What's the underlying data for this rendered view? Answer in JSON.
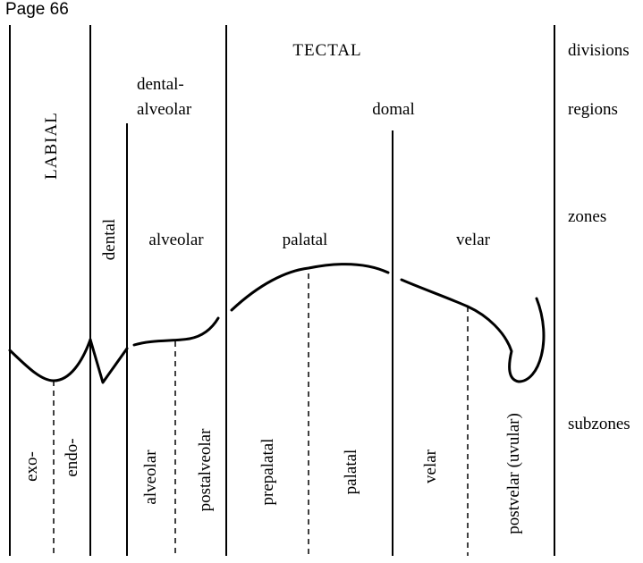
{
  "page_label": "Page 66",
  "diagram": {
    "headings": {
      "labial": "LABIAL",
      "tectal": "TECTAL",
      "dental_alveolar_line1": "dental-",
      "dental_alveolar_line2": "alveolar",
      "domal": "domal"
    },
    "side_labels": {
      "divisions": "divisions",
      "regions": "regions",
      "zones": "zones",
      "subzones": "subzones"
    },
    "zones": {
      "dental": "dental",
      "alveolar": "alveolar",
      "palatal": "palatal",
      "velar": "velar"
    },
    "subzones": {
      "exo": "exo-",
      "endo": "endo-",
      "alveolar": "alveolar",
      "postalveolar": "postalveolar",
      "prepalatal": "prepalatal",
      "palatal": "palatal",
      "velar": "velar",
      "postvelar": "postvelar (uvular)"
    }
  }
}
